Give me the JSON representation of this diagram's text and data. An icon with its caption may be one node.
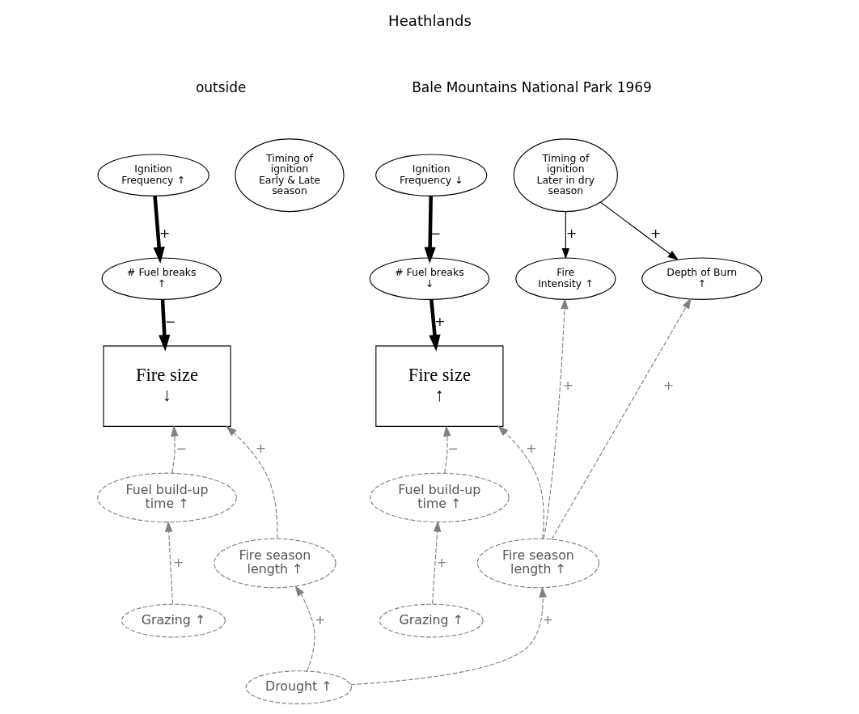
{
  "diagram": {
    "title": "Heathlands",
    "nodes": [
      {
        "text": [
          "Ignition Frequency ↑"
        ]
      },
      {
        "text": [
          "Timing of ignition Early & Late season"
        ]
      },
      {
        "text": [
          "# Fuel breaks ↑"
        ]
      },
      {
        "text": [
          "Fire size ↓"
        ]
      },
      {
        "text": [
          "Fuel build-up time ↑"
        ]
      },
      {
        "text": [
          "Fire season length ↑"
        ]
      },
      {
        "text": [
          "Grazing ↑"
        ]
      },
      {
        "text": [
          "Ignition Frequency ↓"
        ]
      },
      {
        "text": [
          "Timing of ignition Later in dry season"
        ]
      },
      {
        "text": [
          "Fire Intensity ↑"
        ]
      },
      {
        "text": [
          "Depth of Burn ↑"
        ]
      },
      {
        "text": [
          "# Fuel breaks ↓"
        ]
      },
      {
        "text": [
          "Fire size ↑"
        ]
      },
      {
        "text": [
          "Fuel build-up time ↑"
        ]
      },
      {
        "text": [
          "Fire season length ↑"
        ]
      },
      {
        "text": [
          "Grazing ↑"
        ]
      },
      {
        "text": [
          "Drought ↑"
        ]
      }
    ],
    "edges": [
      {
        "from": 0,
        "to": 2,
        "arrow": "to",
        "label": "+",
        "style": "thick",
        "color": "#000000"
      },
      {
        "from": 2,
        "to": 3,
        "arrow": "to",
        "label": "−",
        "style": "thick",
        "color": "#000000"
      },
      {
        "from": 4,
        "to": 3,
        "arrow": "to",
        "label": "−",
        "style": "dashed",
        "color": "#808080"
      },
      {
        "from": 5,
        "to": 3,
        "arrow": "to",
        "label": "+",
        "style": "dashed",
        "color": "#808080"
      },
      {
        "from": 6,
        "to": 4,
        "arrow": "to",
        "label": "+",
        "style": "dashed",
        "color": "#808080"
      },
      {
        "from": 16,
        "to": 5,
        "arrow": "to",
        "label": "+",
        "style": "dashed",
        "color": "#808080"
      },
      {
        "from": 7,
        "to": 11,
        "arrow": "to",
        "label": "−",
        "style": "thick",
        "color": "#000000"
      },
      {
        "from": 8,
        "to": 9,
        "arrow": "to",
        "label": "+",
        "color": "#000000"
      },
      {
        "from": 8,
        "to": 10,
        "arrow": "to",
        "label": "+",
        "color": "#000000"
      },
      {
        "from": 11,
        "to": 12,
        "arrow": "to",
        "label": "+",
        "style": "thick",
        "color": "#000000"
      },
      {
        "from": 13,
        "to": 12,
        "arrow": "to",
        "label": "−",
        "style": "dashed",
        "color": "#808080"
      },
      {
        "from": 14,
        "to": 12,
        "arrow": "to",
        "label": "+",
        "style": "dashed",
        "color": "#808080"
      },
      {
        "from": 15,
        "to": 13,
        "arrow": "to",
        "label": "+",
        "style": "dashed",
        "color": "#808080"
      },
      {
        "from": 16,
        "to": 14,
        "arrow": "to",
        "label": "+",
        "style": "dashed",
        "color": "#808080"
      },
      {
        "from": 14,
        "to": 9,
        "arrow": "to",
        "label": "+",
        "style": "dashed",
        "color": "#808080"
      },
      {
        "from": 14,
        "to": 10,
        "arrow": "to",
        "label": "+",
        "style": "dashed",
        "color": "#808080"
      }
    ],
    "labels": [
      "outside",
      "Bale Mountains National Park 1969"
    ]
  }
}
